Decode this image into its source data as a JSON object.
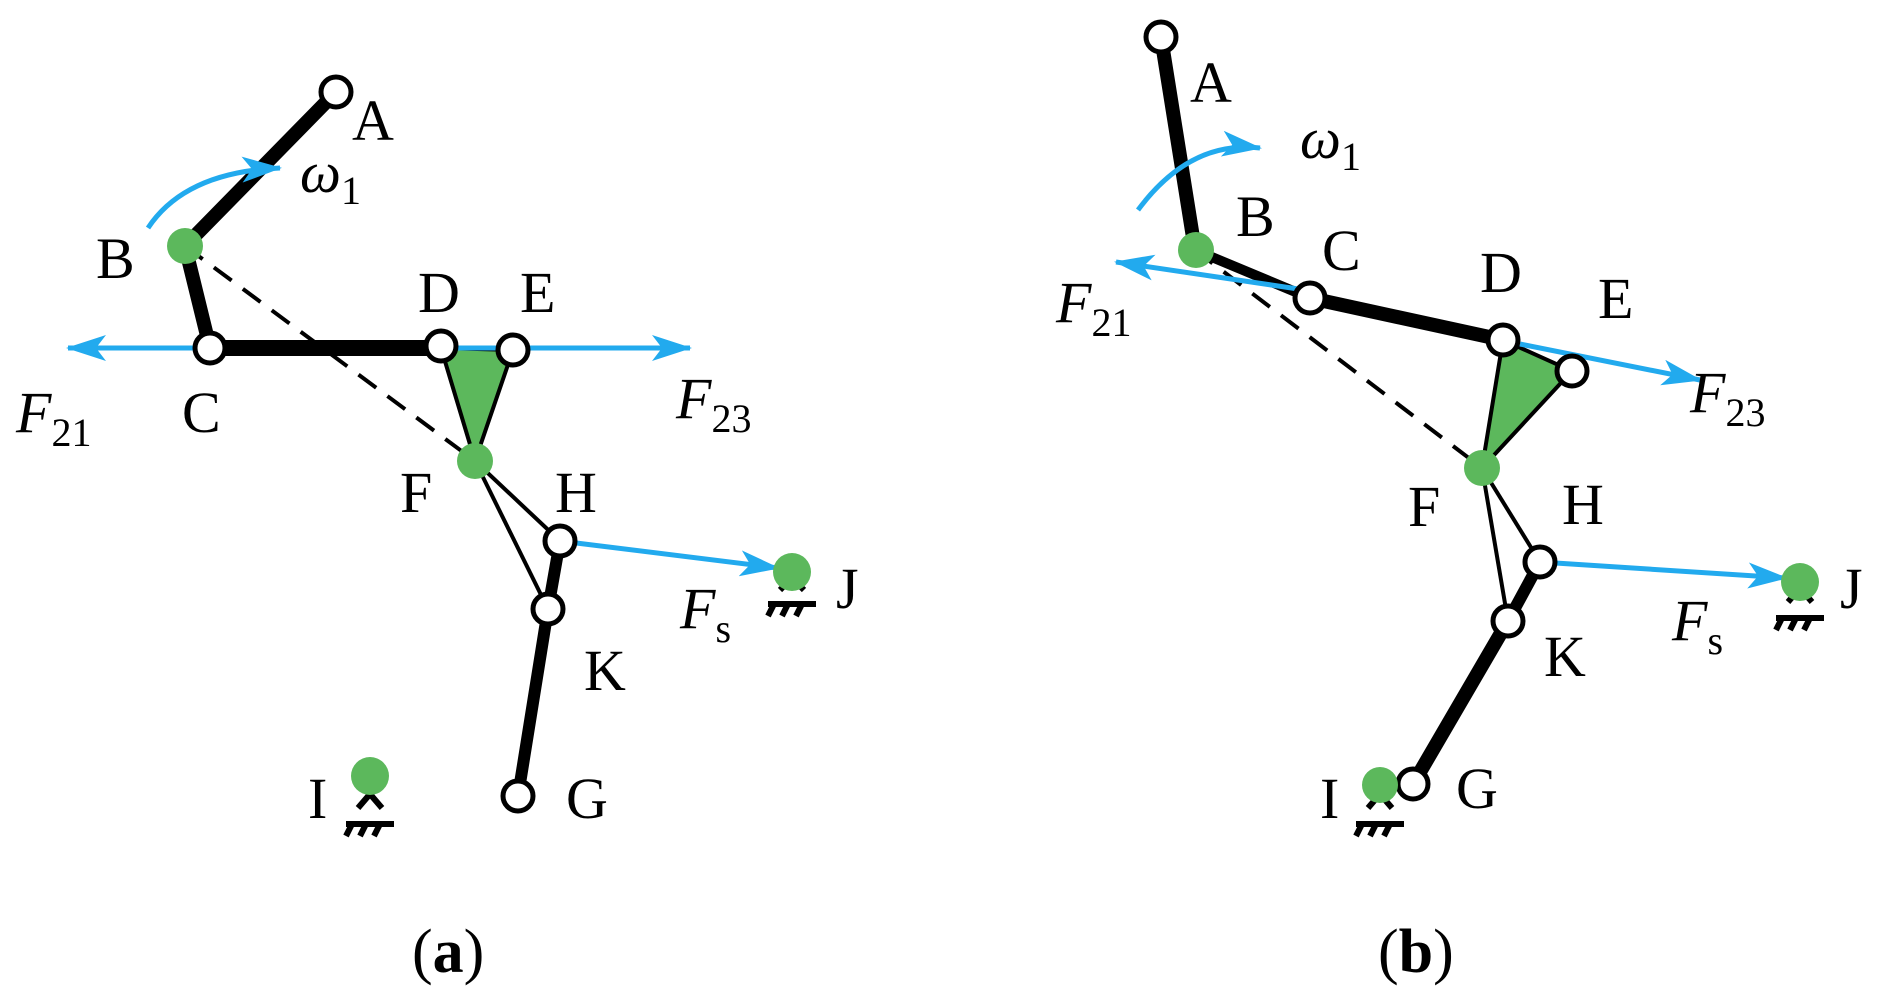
{
  "colors": {
    "link": "#000000",
    "force": "#22aaee",
    "fixed_pivot": "#5cb85c",
    "triangle": "#5cb85c",
    "joint_fill": "#ffffff"
  },
  "panels": [
    {
      "id": "a",
      "caption": {
        "open": "(",
        "letter": "a",
        "close": ")"
      },
      "points": {
        "A": "A",
        "B": "B",
        "C": "C",
        "D": "D",
        "E": "E",
        "F": "F",
        "H": "H",
        "K": "K",
        "G": "G",
        "I": "I",
        "J": "J"
      },
      "omega": {
        "symbol": "ω",
        "sub": "1"
      },
      "forces": [
        {
          "key": "F21",
          "symbol": "F",
          "sub": "21"
        },
        {
          "key": "F23",
          "symbol": "F",
          "sub": "23"
        },
        {
          "key": "Fs",
          "symbol": "F",
          "sub": "s"
        }
      ]
    },
    {
      "id": "b",
      "caption": {
        "open": "(",
        "letter": "b",
        "close": ")"
      },
      "points": {
        "A": "A",
        "B": "B",
        "C": "C",
        "D": "D",
        "E": "E",
        "F": "F",
        "H": "H",
        "K": "K",
        "G": "G",
        "I": "I",
        "J": "J"
      },
      "omega": {
        "symbol": "ω",
        "sub": "1"
      },
      "forces": [
        {
          "key": "F21",
          "symbol": "F",
          "sub": "21"
        },
        {
          "key": "F23",
          "symbol": "F",
          "sub": "23"
        },
        {
          "key": "Fs",
          "symbol": "F",
          "sub": "s"
        }
      ]
    }
  ]
}
